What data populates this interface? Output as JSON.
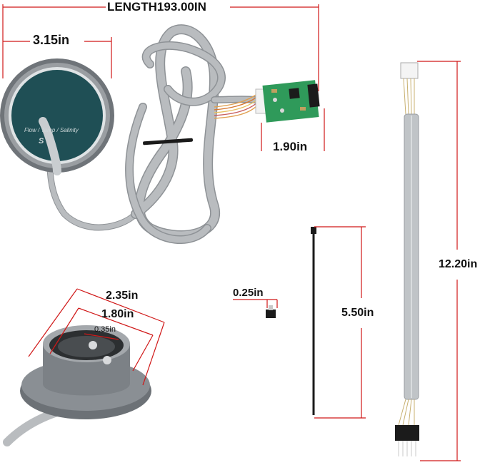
{
  "dimensions": {
    "cable_length": "LENGTH193.00IN",
    "sensor_diameter": "3.15in",
    "board_width": "1.90in",
    "jumper_cable_length": "12.20in",
    "zip_tie_length": "5.50in",
    "jumper_size": "0.25in",
    "flange_outer": "2.35in",
    "flange_inner": "1.80in",
    "probe_spacing": "0.35in"
  },
  "sensor_face": {
    "text": "Flow / Temp / Salinity",
    "brand": "S"
  },
  "colors": {
    "dimension_line": "#d01818",
    "sensor_face": "#1f4f55",
    "housing": "#7a7f84",
    "pcb": "#2f9a5a",
    "cable": "#b9bcbf"
  }
}
